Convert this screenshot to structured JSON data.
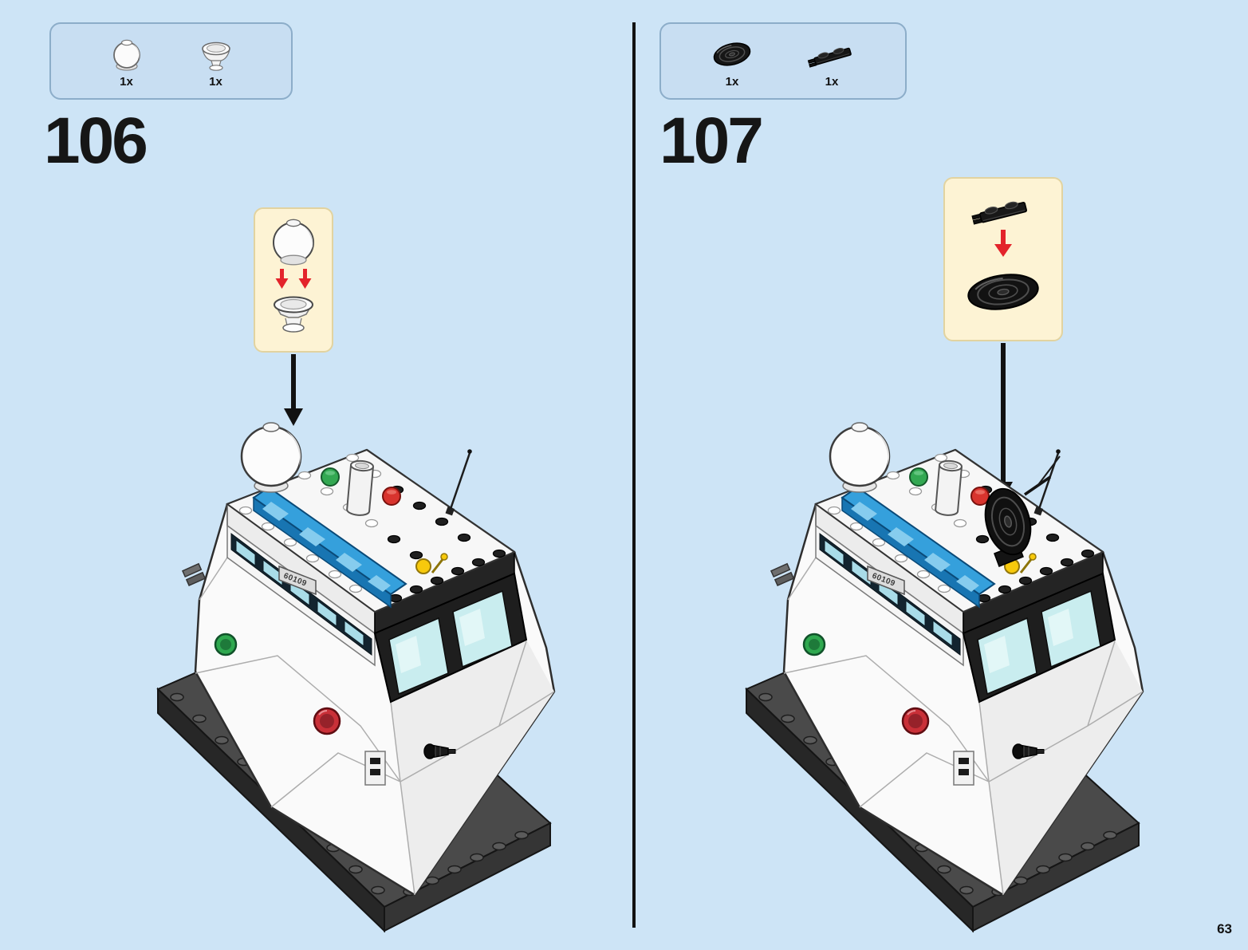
{
  "page": {
    "number": "63"
  },
  "model": {
    "plate_text": "60109"
  },
  "colors": {
    "background": "#cde4f6",
    "callout_bg": "#c8def2",
    "callout_border": "#8cadc9",
    "inset_bg": "#fdf3d4",
    "inset_border": "#e2d3a0",
    "arrow_black": "#111111",
    "arrow_red": "#e3242b",
    "light_bar_blue": "#35a0dc",
    "divider": "#111111"
  },
  "steps": [
    {
      "number": "106",
      "parts": [
        {
          "icon": "white-dome-2x2-icon",
          "count": "1x"
        },
        {
          "icon": "white-dish-2x2-icon",
          "count": "1x"
        }
      ]
    },
    {
      "number": "107",
      "parts": [
        {
          "icon": "black-radar-dish-icon",
          "count": "1x"
        },
        {
          "icon": "black-clip-plate-icon",
          "count": "1x"
        }
      ]
    }
  ]
}
